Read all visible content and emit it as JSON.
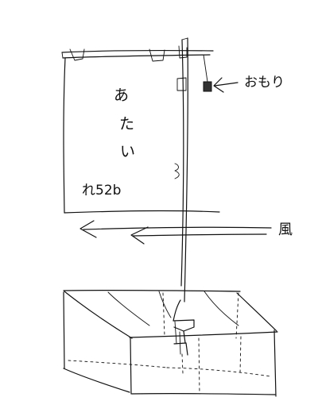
{
  "sign": {
    "vertical_chars": [
      "あ",
      "た",
      "い"
    ],
    "number": "れ52b"
  },
  "labels": {
    "weight": "おもり",
    "wind": "風"
  },
  "colors": {
    "ink": "#111111",
    "weight_fill": "#333333"
  }
}
